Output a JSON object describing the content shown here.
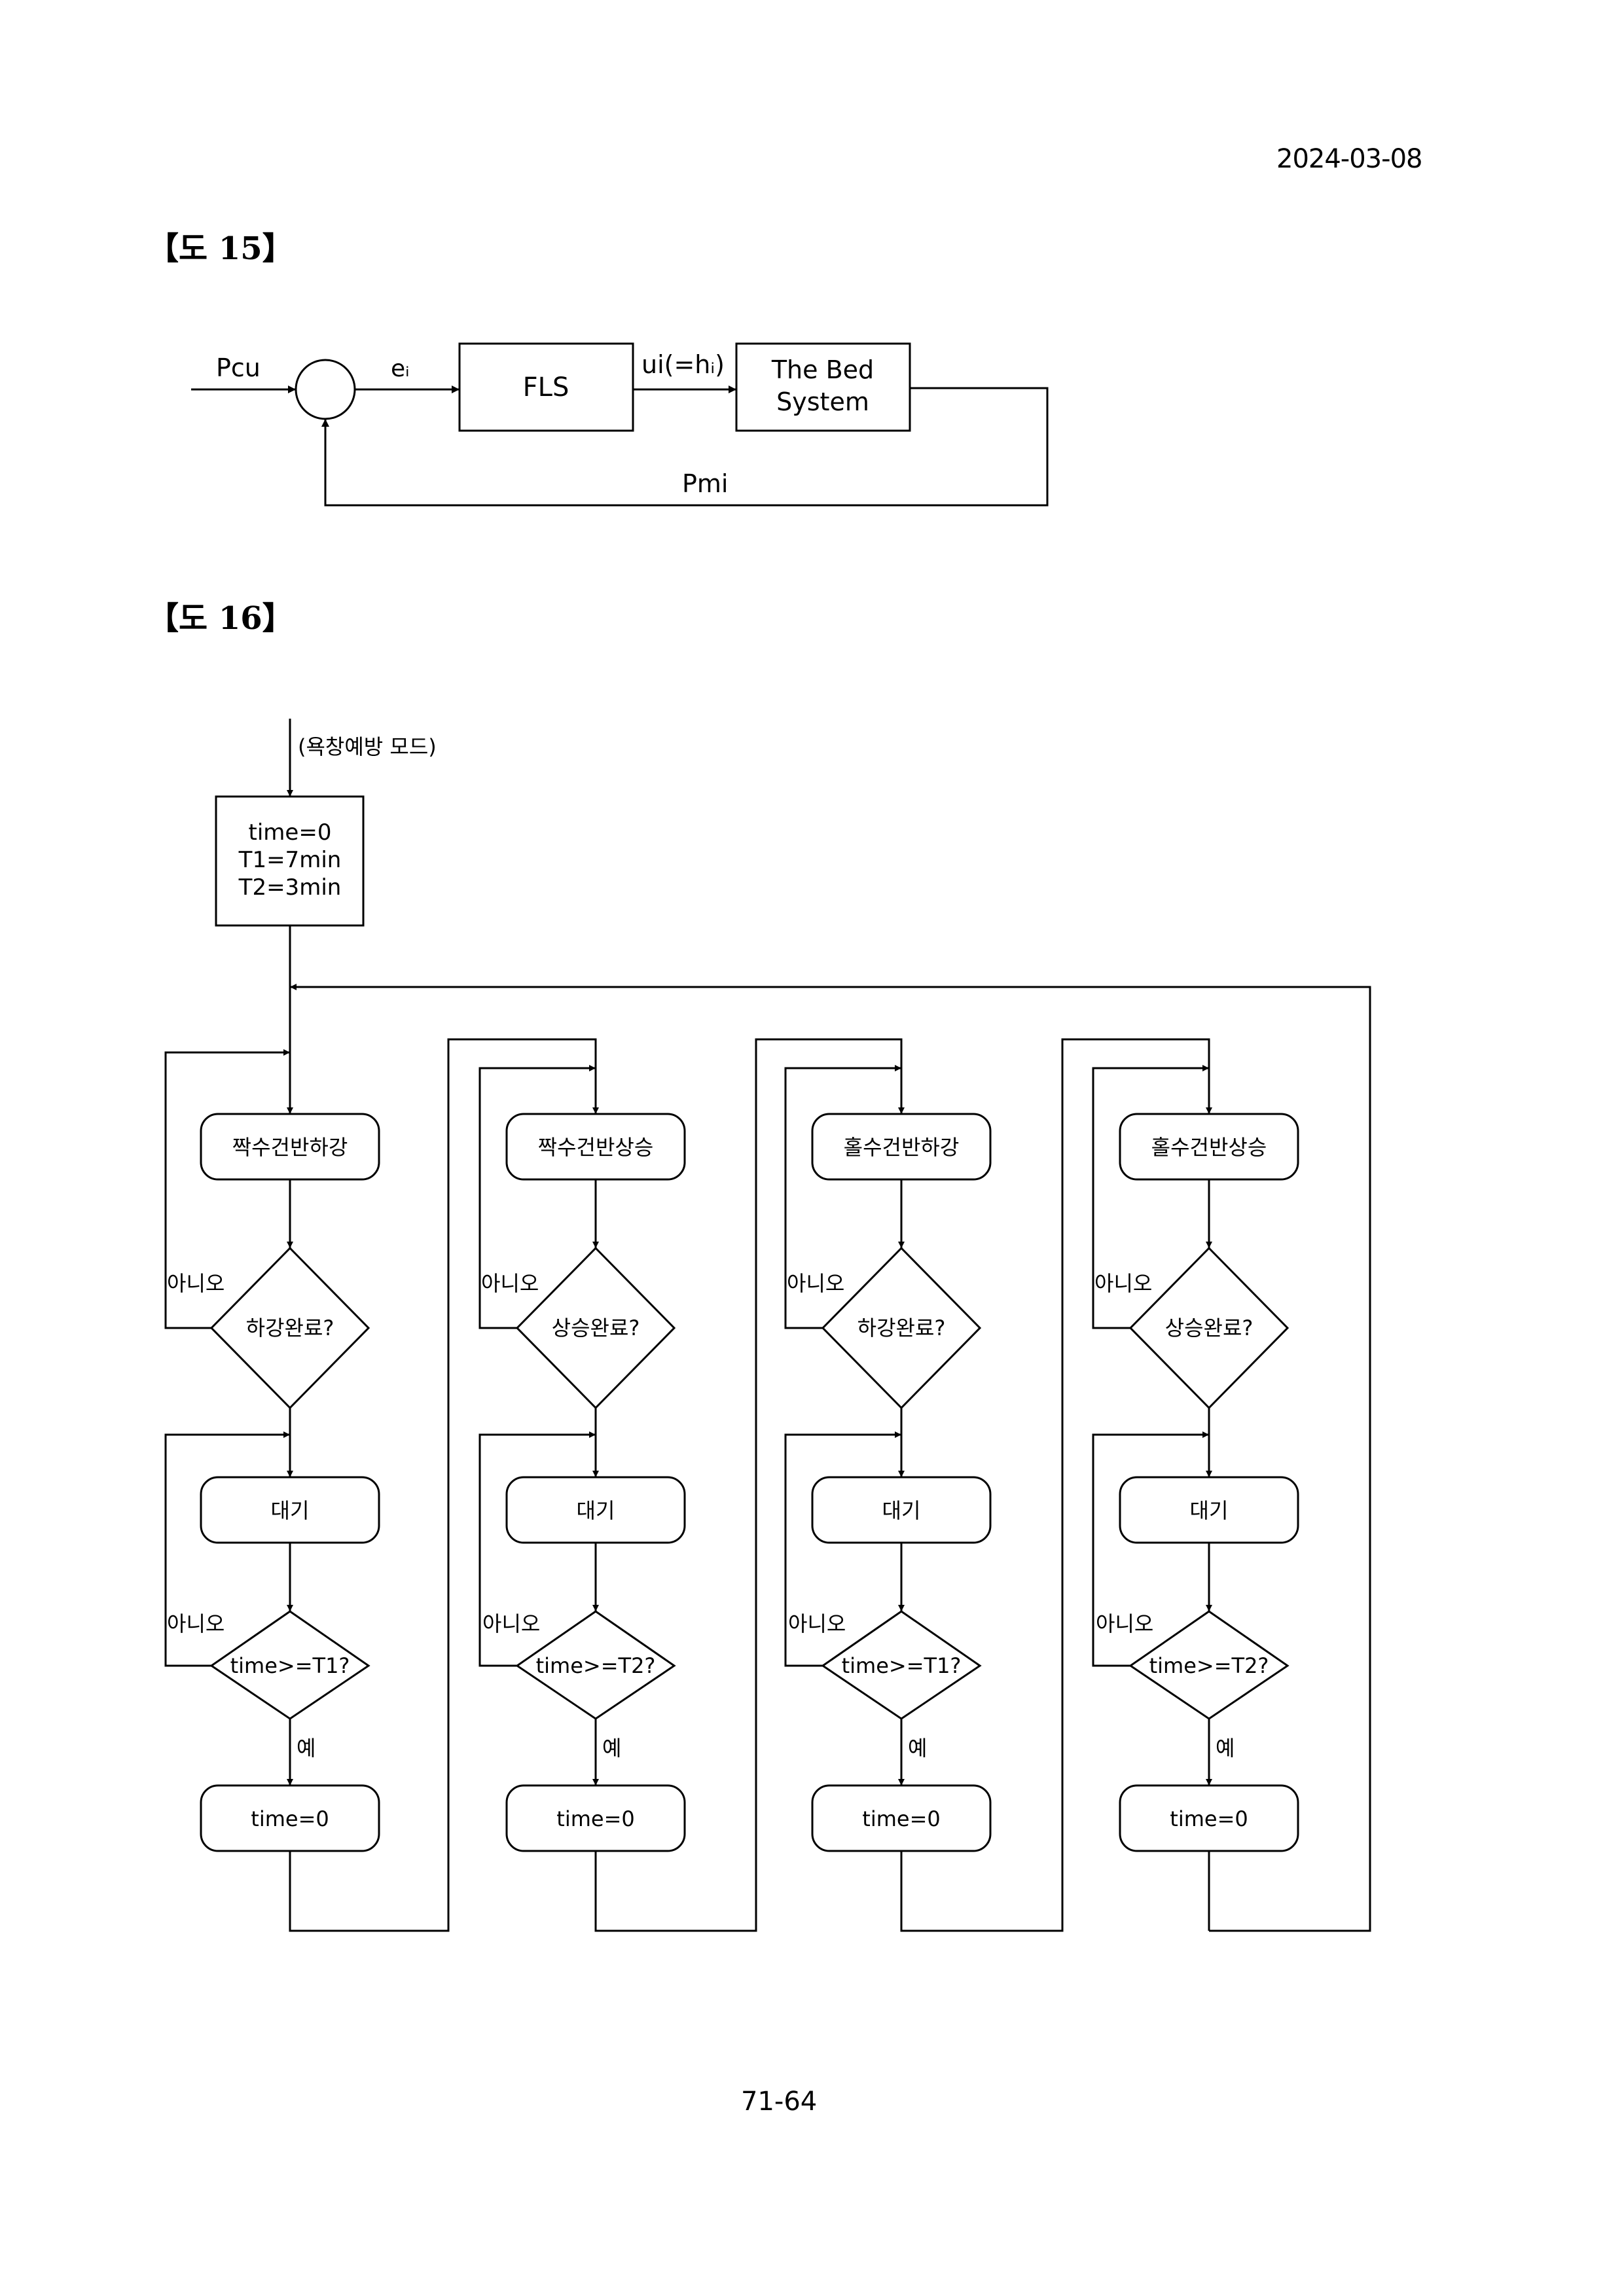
{
  "header": {
    "date": "2024-03-08"
  },
  "figure15": {
    "label": "【도 15】",
    "input_label": "Pcu",
    "error_label": "eᵢ",
    "controller_label": "FLS",
    "control_signal_label": "ui(=hᵢ)",
    "plant_label_line1": "The Bed",
    "plant_label_line2": "System",
    "feedback_label": "Pmi"
  },
  "figure16": {
    "label": "【도 16】",
    "mode_label": "(욕창예방 모드)",
    "init_lines": [
      "time=0",
      "T1=7min",
      "T2=3min"
    ],
    "no_label": "아니오",
    "yes_label": "예",
    "columns": [
      {
        "action": "짝수건반하강",
        "check": "하강완료?",
        "wait": "대기",
        "time_check": "time>=T1?",
        "reset": "time=0"
      },
      {
        "action": "짝수건반상승",
        "check": "상승완료?",
        "wait": "대기",
        "time_check": "time>=T2?",
        "reset": "time=0"
      },
      {
        "action": "홀수건반하강",
        "check": "하강완료?",
        "wait": "대기",
        "time_check": "time>=T1?",
        "reset": "time=0"
      },
      {
        "action": "홀수건반상승",
        "check": "상승완료?",
        "wait": "대기",
        "time_check": "time>=T2?",
        "reset": "time=0"
      }
    ]
  },
  "footer": {
    "page_number": "71-64"
  }
}
